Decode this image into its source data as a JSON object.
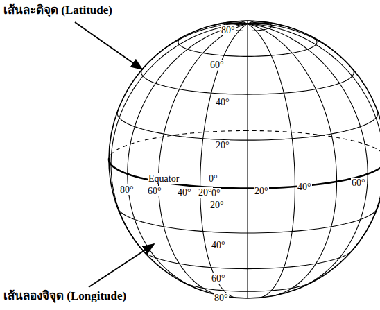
{
  "diagram": {
    "labels": [
      "เส้นละติจุด (Latitude)",
      "80°",
      "60°",
      "40°",
      "20°",
      "Equator",
      "0°",
      "80°",
      "60°",
      "40°",
      "20°",
      "0°",
      "20°",
      "40°",
      "60°",
      "20°",
      "40°",
      "60°",
      "80°",
      "เส้นลองจิจุด (Longitude)"
    ]
  }
}
